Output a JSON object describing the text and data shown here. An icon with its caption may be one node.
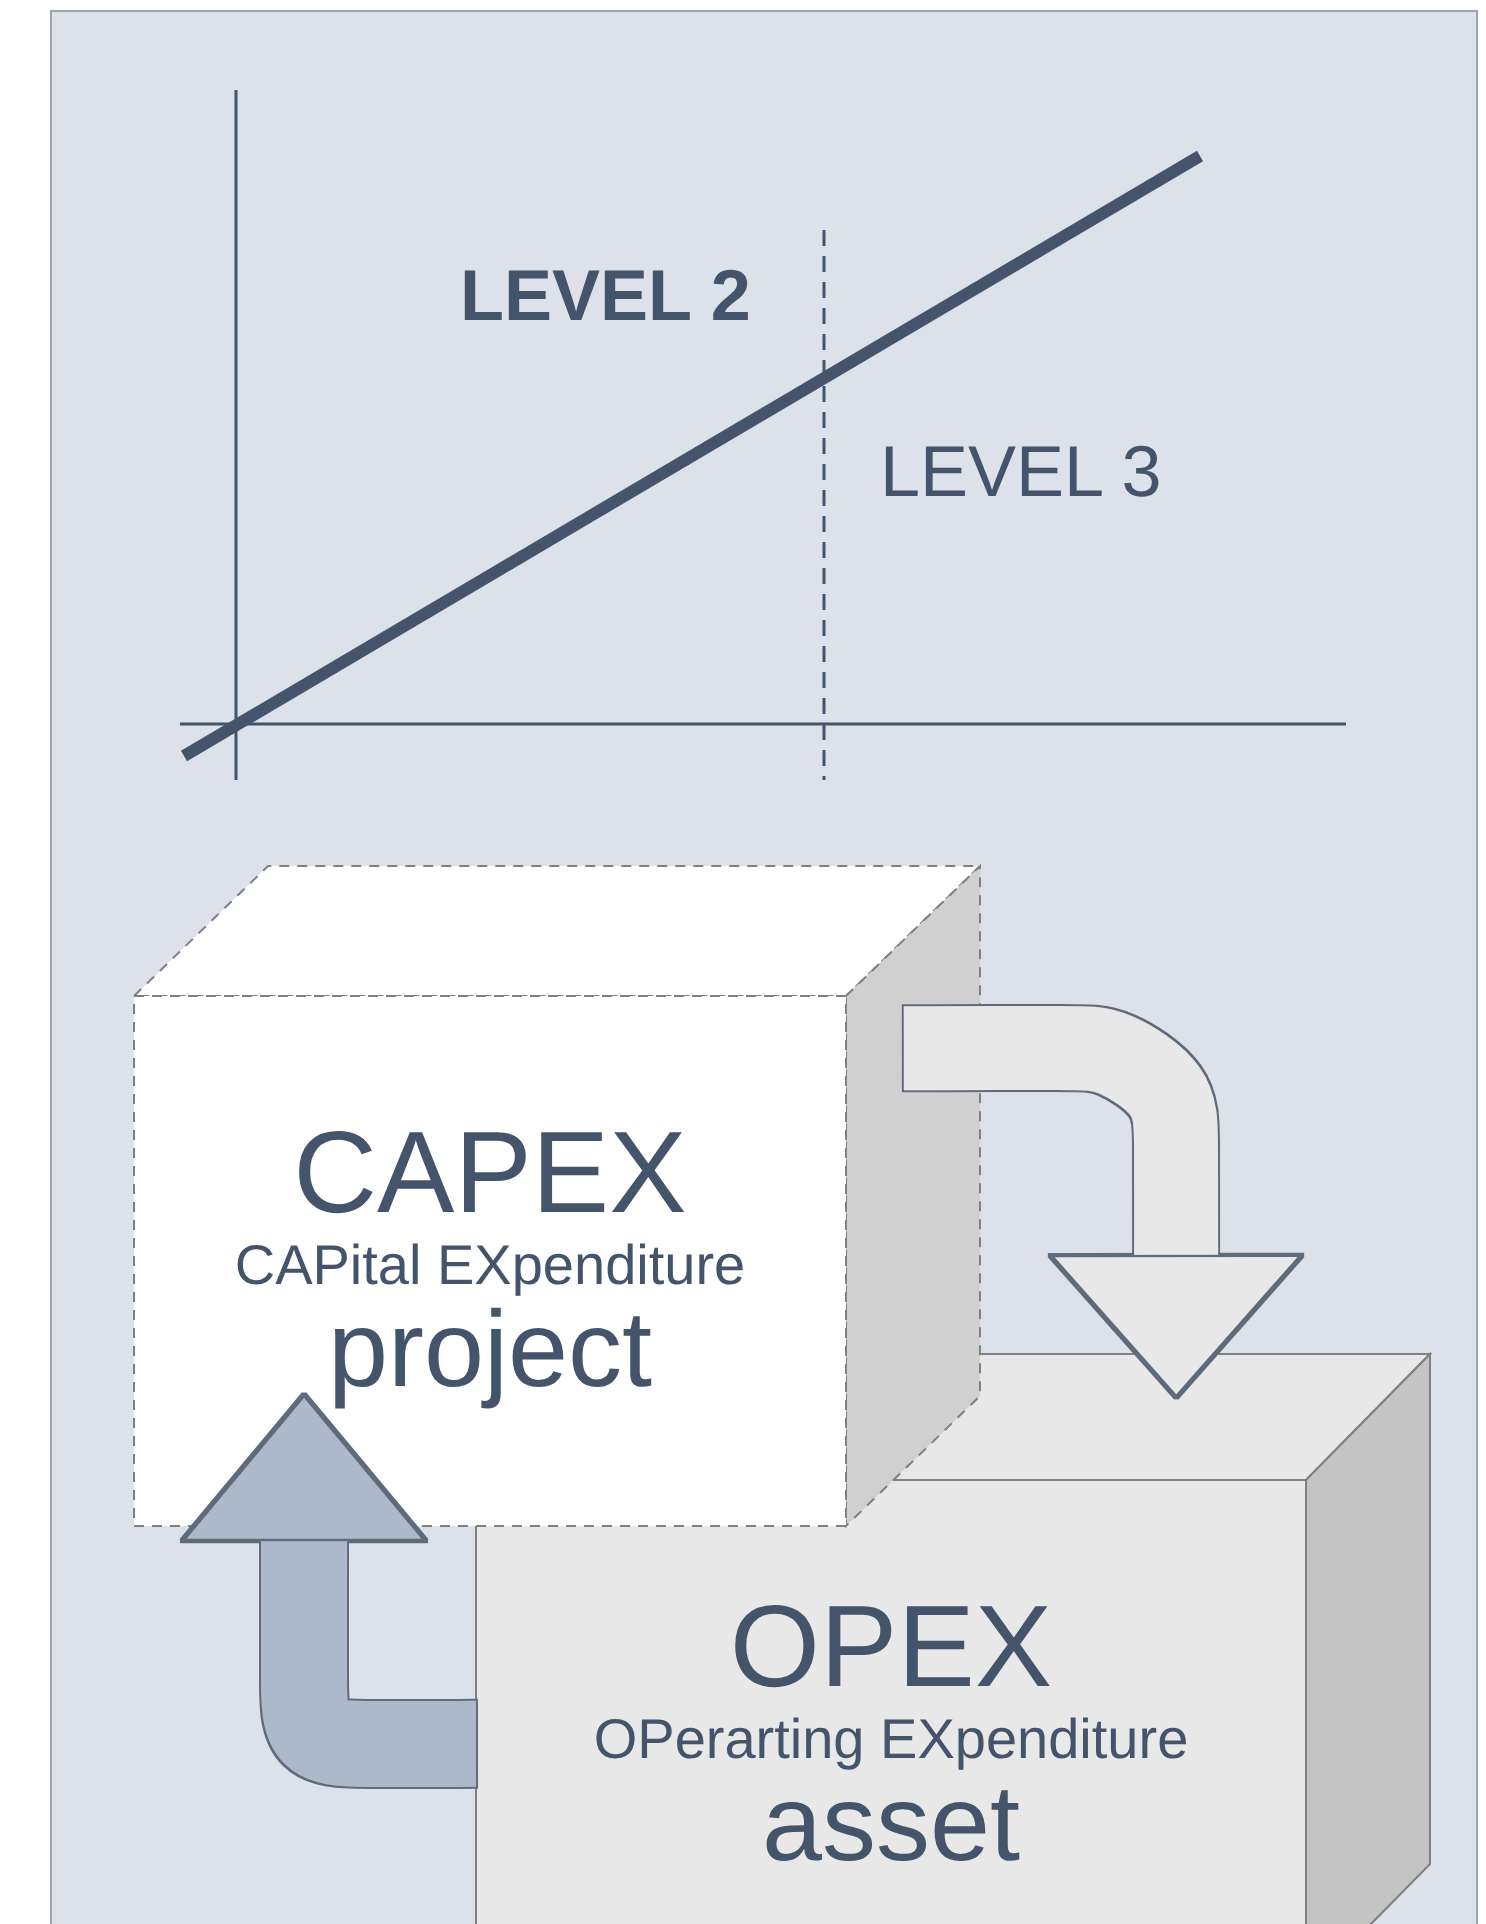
{
  "diagram": {
    "nodes": [
      {
        "text": [
          "CAPEX",
          "CAPital EXpenditure",
          "project"
        ]
      },
      {
        "text": [
          "OPEX",
          "OPerarting EXpenditure",
          "asset"
        ]
      }
    ],
    "edges": [
      {
        "from": 0,
        "to": 1,
        "arrow": "to",
        "color": "#e8e8e8"
      },
      {
        "from": 1,
        "to": 0,
        "arrow": "to",
        "color": "#adb9ca"
      }
    ],
    "labels": [
      "LEVEL 2",
      "LEVEL 3"
    ]
  }
}
